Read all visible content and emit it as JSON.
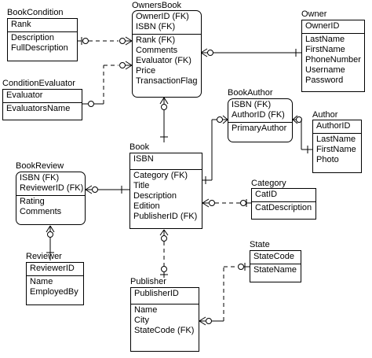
{
  "entities": {
    "book_condition": {
      "name": "BookCondition",
      "key": [
        "Rank"
      ],
      "attrs": [
        "Description",
        "FullDescription"
      ]
    },
    "owners_book": {
      "name": "OwnersBook",
      "key": [
        "OwnerID (FK)",
        "ISBN (FK)"
      ],
      "attrs": [
        "Rank (FK)",
        "Comments",
        "Evaluator (FK)",
        "Price",
        "TransactionFlag"
      ]
    },
    "owner": {
      "name": "Owner",
      "key": [
        "OwnerID"
      ],
      "attrs": [
        "LastName",
        "FirstName",
        "PhoneNumber",
        "Username",
        "Password"
      ]
    },
    "condition_evaluator": {
      "name": "ConditionEvaluator",
      "key": [
        "Evaluator"
      ],
      "attrs": [
        "EvaluatorsName"
      ]
    },
    "book_author": {
      "name": "BookAuthor",
      "key": [
        "ISBN (FK)",
        "AuthorID (FK)"
      ],
      "attrs": [
        "PrimaryAuthor"
      ]
    },
    "author": {
      "name": "Author",
      "key": [
        "AuthorID"
      ],
      "attrs": [
        "LastName",
        "FirstName",
        "Photo"
      ]
    },
    "book": {
      "name": "Book",
      "key": [
        "ISBN"
      ],
      "attrs": [
        "Category (FK)",
        "Title",
        "Description",
        "Edition",
        "PublisherID (FK)"
      ]
    },
    "book_review": {
      "name": "BookReview",
      "key": [
        "ISBN (FK)",
        "ReviewerID (FK)"
      ],
      "attrs": [
        "Rating",
        "Comments"
      ]
    },
    "category": {
      "name": "Category",
      "key": [
        "CatID"
      ],
      "attrs": [
        "CatDescription"
      ]
    },
    "reviewer": {
      "name": "Reviewer",
      "key": [
        "ReviewerID"
      ],
      "attrs": [
        "Name",
        "EmployedBy"
      ]
    },
    "state": {
      "name": "State",
      "key": [
        "StateCode"
      ],
      "attrs": [
        "StateName"
      ]
    },
    "publisher": {
      "name": "Publisher",
      "key": [
        "PublisherID"
      ],
      "attrs": [
        "Name",
        "City",
        "StateCode (FK)"
      ]
    }
  }
}
